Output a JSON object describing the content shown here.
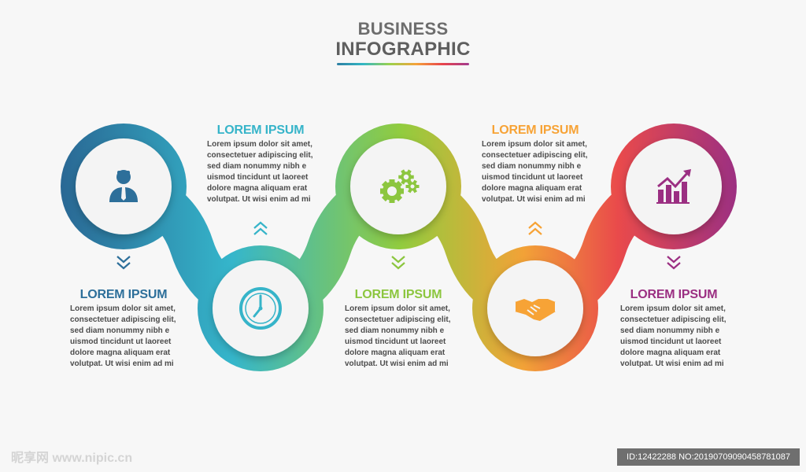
{
  "title": {
    "line1": "BUSINESS",
    "line2": "INFOGRAPHIC",
    "underline_gradient": [
      "#2d7fa3",
      "#33b7c4",
      "#9bd14b",
      "#f5a23a",
      "#e8444c",
      "#a33a8f"
    ]
  },
  "steps": [
    {
      "heading": "LOREM IPSUM",
      "text": [
        "Lorem ipsum dolor sit amet,",
        "consectetuer adipiscing elit,",
        "sed diam nonummy nibh e",
        "uismod tincidunt ut laoreet",
        "dolore magna aliquam erat",
        "volutpat. Ut wisi enim ad mi"
      ],
      "color": "#2d6f9a",
      "icon": "businessman-icon",
      "position": "top",
      "chevron": "down"
    },
    {
      "heading": "LOREM IPSUM",
      "text": [
        "Lorem ipsum dolor sit amet,",
        "consectetuer adipiscing elit,",
        "sed diam nonummy nibh e",
        "uismod tincidunt ut laoreet",
        "dolore magna aliquam erat",
        "volutpat. Ut wisi enim ad mi"
      ],
      "color": "#36b4c9",
      "icon": "clock-icon",
      "position": "bottom",
      "chevron": "up"
    },
    {
      "heading": "LOREM IPSUM",
      "text": [
        "Lorem ipsum dolor sit amet,",
        "consectetuer adipiscing elit,",
        "sed diam nonummy nibh e",
        "uismod tincidunt ut laoreet",
        "dolore magna aliquam erat",
        "volutpat. Ut wisi enim ad mi"
      ],
      "color": "#8cc63f",
      "icon": "gears-icon",
      "position": "top",
      "chevron": "down"
    },
    {
      "heading": "LOREM IPSUM",
      "text": [
        "Lorem ipsum dolor sit amet,",
        "consectetuer adipiscing elit,",
        "sed diam nonummy nibh e",
        "uismod tincidunt ut laoreet",
        "dolore magna aliquam erat",
        "volutpat. Ut wisi enim ad mi"
      ],
      "color": "#f7a336",
      "icon": "handshake-icon",
      "position": "bottom",
      "chevron": "up"
    },
    {
      "heading": "LOREM IPSUM",
      "text": [
        "Lorem ipsum dolor sit amet,",
        "consectetuer adipiscing elit,",
        "sed diam nonummy nibh e",
        "uismod tincidunt ut laoreet",
        "dolore magna aliquam erat",
        "volutpat. Ut wisi enim ad mi"
      ],
      "color": "#9b2f82",
      "icon": "growth-chart-icon",
      "position": "top",
      "chevron": "down"
    }
  ],
  "watermark": {
    "left": "昵享网 www.nipic.cn",
    "right": "ID:12422288 NO:20190709090458781087"
  }
}
